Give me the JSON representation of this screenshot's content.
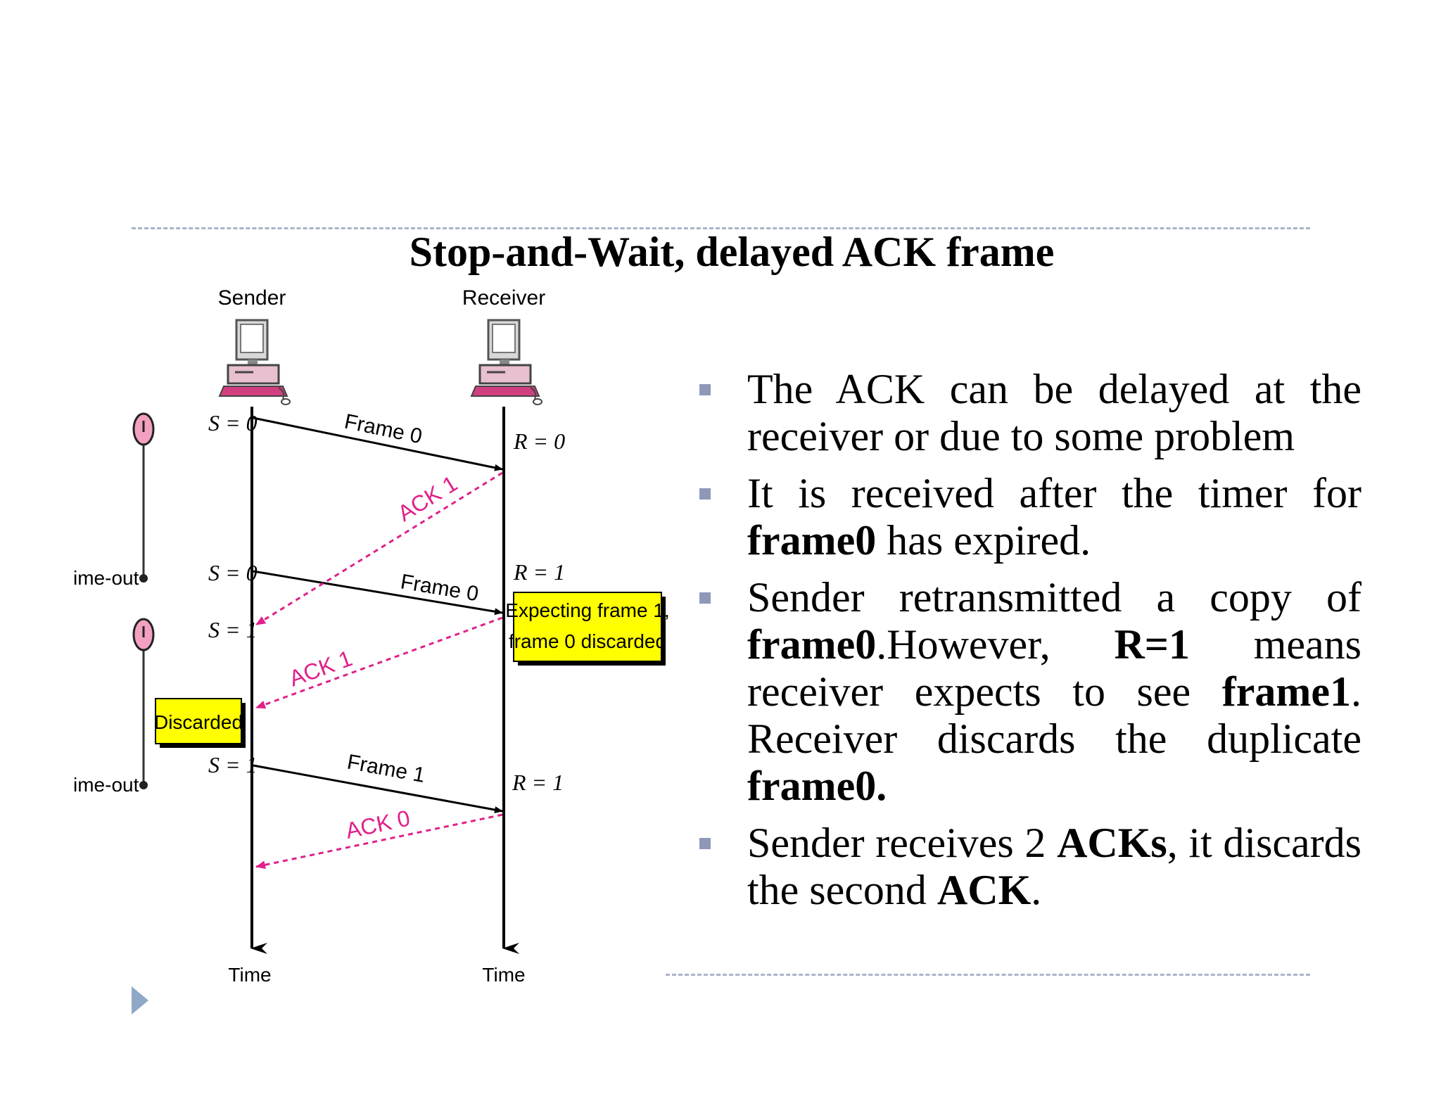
{
  "title": "Stop-and-Wait, delayed ACK frame",
  "diagram": {
    "sender_label": "Sender",
    "receiver_label": "Receiver",
    "s0_a": "S = 0",
    "s0_b": "S = 0",
    "s1_a": "S = 1",
    "s1_b": "S = 1",
    "r0": "R = 0",
    "r1_a": "R = 1",
    "r1_b": "R = 1",
    "frame0_a": "Frame 0",
    "frame0_b": "Frame 0",
    "frame1": "Frame 1",
    "ack1_a": "ACK 1",
    "ack1_b": "ACK 1",
    "ack0": "ACK 0",
    "timeout_a": "ime-out",
    "timeout_b": "ime-out",
    "expecting_line1": "Expecting frame 1,",
    "expecting_line2": "frame 0 discarded",
    "discarded": "Discarded",
    "time_sender": "Time",
    "time_receiver": "Time",
    "colors": {
      "ack": "#e0208a",
      "callout": "#ffff00",
      "timer": "#f4a0c0"
    }
  },
  "bullets": [
    {
      "parts": [
        {
          "text": "The ACK can be delayed at the receiver or due to some problem",
          "bold": false
        }
      ]
    },
    {
      "parts": [
        {
          "text": "It is received after the timer for ",
          "bold": false
        },
        {
          "text": "frame0",
          "bold": true
        },
        {
          "text": " has expired.",
          "bold": false
        }
      ]
    },
    {
      "parts": [
        {
          "text": "Sender retransmitted a copy of ",
          "bold": false
        },
        {
          "text": "frame0",
          "bold": true
        },
        {
          "text": ".However, ",
          "bold": false
        },
        {
          "text": "R=1",
          "bold": true
        },
        {
          "text": " means receiver expects to see ",
          "bold": false
        },
        {
          "text": "frame1",
          "bold": true
        },
        {
          "text": ". Receiver discards the duplicate ",
          "bold": false
        },
        {
          "text": "frame0.",
          "bold": true
        }
      ]
    },
    {
      "parts": [
        {
          "text": "Sender receives 2 ",
          "bold": false
        },
        {
          "text": "ACKs",
          "bold": true
        },
        {
          "text": ", it discards the second ",
          "bold": false
        },
        {
          "text": "ACK",
          "bold": true
        },
        {
          "text": ".",
          "bold": false
        }
      ]
    }
  ],
  "icons": {
    "bullet": "square-bullet-icon",
    "nav": "play-arrow-icon"
  }
}
